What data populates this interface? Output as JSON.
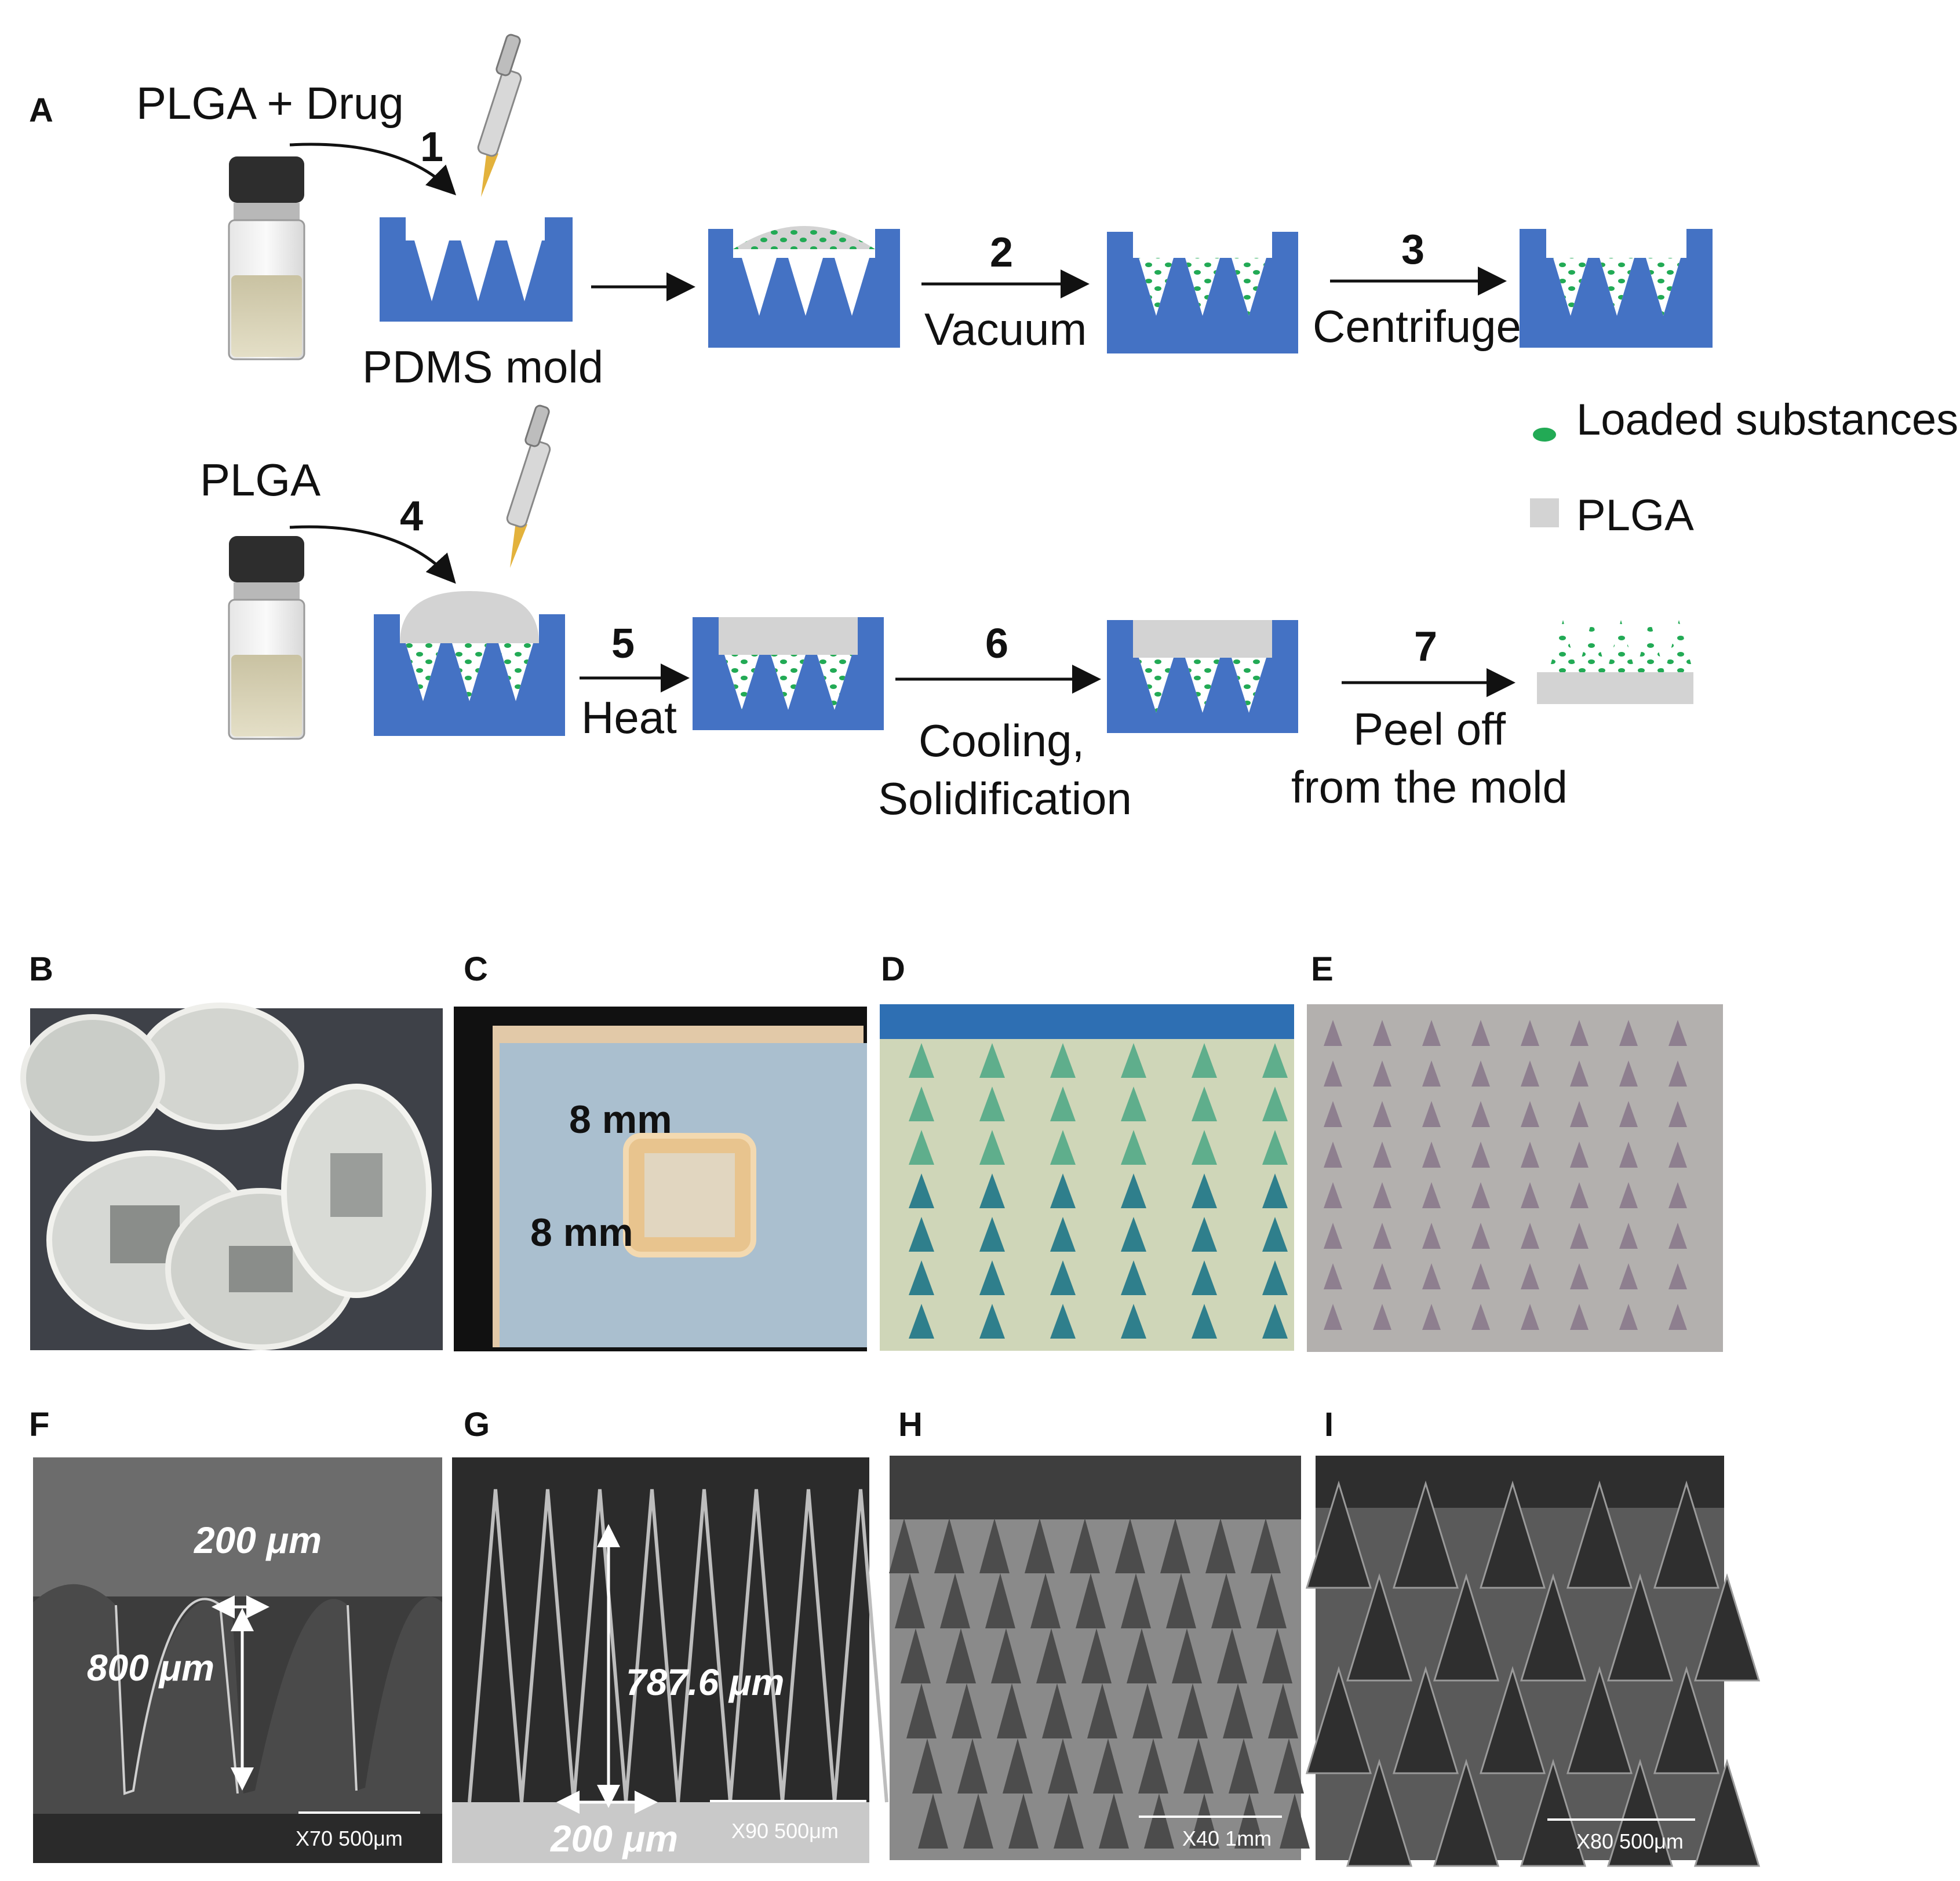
{
  "panel_a": {
    "label": "A",
    "vial_1_label": "PLGA + Drug",
    "mold_caption": "PDMS mold",
    "vial_2_label": "PLGA",
    "steps": [
      {
        "number": "1",
        "caption": ""
      },
      {
        "number": "2",
        "caption": "Vacuum"
      },
      {
        "number": "3",
        "caption": "Centrifuge"
      },
      {
        "number": "4",
        "caption": ""
      },
      {
        "number": "5",
        "caption": "Heat"
      },
      {
        "number": "6",
        "caption_line_1": "Cooling,",
        "caption_line_2": "Solidification"
      },
      {
        "number": "7",
        "caption_line_1": "Peel off",
        "caption_line_2": "from the mold"
      }
    ],
    "legend": [
      {
        "label": "Loaded substances",
        "color": "#22aa55"
      },
      {
        "label": "PLGA",
        "color": "#d3d3d3"
      }
    ],
    "colors": {
      "mold": "#4472c4",
      "plga": "#d3d3d3",
      "drug": "#22aa55"
    }
  },
  "panels": {
    "b": {
      "label": "B"
    },
    "c": {
      "label": "C",
      "dim_1": "8 mm",
      "dim_2": "8 mm"
    },
    "d": {
      "label": "D"
    },
    "e": {
      "label": "E"
    },
    "f": {
      "label": "F",
      "width_label": "200 μm",
      "height_label": "800 μm",
      "scale_bar": "X70   500μm"
    },
    "g": {
      "label": "G",
      "height_label": "787.6 μm",
      "width_label": "200 μm",
      "scale_bar": "X90   500μm"
    },
    "h": {
      "label": "H",
      "scale_bar": "X40   1mm"
    },
    "i": {
      "label": "I",
      "scale_bar": "X80  500μm"
    }
  }
}
